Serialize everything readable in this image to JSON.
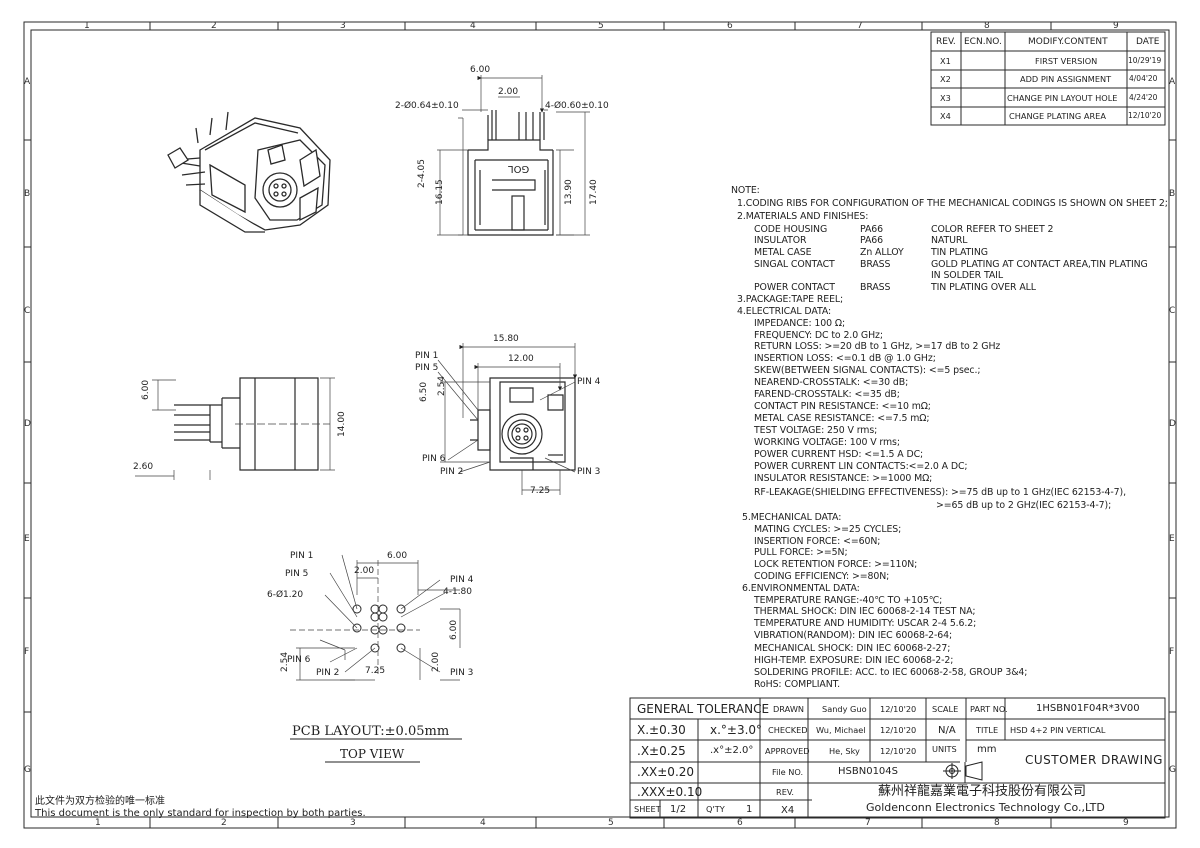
{
  "zones": {
    "cols": [
      "1",
      "2",
      "3",
      "4",
      "5",
      "6",
      "7",
      "8",
      "9"
    ],
    "rows": [
      "A",
      "B",
      "C",
      "D",
      "E",
      "F",
      "G"
    ]
  },
  "revision_table": {
    "headers": [
      "REV.",
      "ECN.NO.",
      "MODIFY.CONTENT",
      "DATE"
    ],
    "rows": [
      {
        "rev": "X1",
        "ecn": "",
        "content": "FIRST VERSION",
        "date": "10/29'19"
      },
      {
        "rev": "X2",
        "ecn": "",
        "content": "ADD PIN ASSIGNMENT",
        "date": "4/04'20"
      },
      {
        "rev": "X3",
        "ecn": "",
        "content": "CHANGE PIN LAYOUT HOLE",
        "date": "4/24'20"
      },
      {
        "rev": "X4",
        "ecn": "",
        "content": "CHANGE PLATING AREA",
        "date": "12/10'20"
      }
    ]
  },
  "front_view": {
    "dims": [
      "6.00",
      "2.00",
      "2-Ø0.64±0.10",
      "4-Ø0.60±0.10",
      "2-4.05",
      "16.15",
      "13.90",
      "17.40"
    ],
    "marking": "GOL"
  },
  "side_view": {
    "dims": [
      "6.00",
      "14.00",
      "2.60"
    ]
  },
  "top_view": {
    "dims": [
      "15.80",
      "12.00",
      "6.50",
      "2.54",
      "7.25"
    ],
    "pins": [
      "PIN 1",
      "PIN 5",
      "PIN 4",
      "PIN 6",
      "PIN 2",
      "PIN 3"
    ]
  },
  "pcb_view": {
    "dims": [
      "6.00",
      "2.00",
      "6-Ø1.20",
      "4-1.80",
      "6.00",
      "2.54",
      "2.00",
      "7.25"
    ],
    "pins": [
      "PIN 1",
      "PIN 5",
      "PIN 4",
      "PIN 6",
      "PIN 2",
      "PIN 3"
    ],
    "layout_title": "PCB LAYOUT:±0.05mm",
    "view_title": "TOP VIEW"
  },
  "notes": {
    "heading": "NOTE:",
    "n1": "1.CODING RIBS FOR CONFIGURATION OF THE MECHANICAL CODINGS IS SHOWN ON SHEET 2;",
    "n2": "2.MATERIALS AND FINISHES:",
    "materials": [
      {
        "part": "CODE HOUSING",
        "mat": "PA66",
        "finish": "COLOR REFER TO SHEET 2"
      },
      {
        "part": "INSULATOR",
        "mat": "PA66",
        "finish": "NATURL"
      },
      {
        "part": "METAL CASE",
        "mat": "Zn ALLOY",
        "finish": "TIN PLATING"
      },
      {
        "part": "SINGAL CONTACT",
        "mat": "BRASS",
        "finish": "GOLD PLATING AT CONTACT AREA,TIN PLATING"
      },
      {
        "part": "",
        "mat": "",
        "finish": "IN SOLDER TAIL"
      },
      {
        "part": "POWER CONTACT",
        "mat": "BRASS",
        "finish": "TIN PLATING OVER ALL"
      }
    ],
    "n3": "3.PACKAGE:TAPE REEL;",
    "n4": "4.ELECTRICAL DATA:",
    "electrical": [
      "IMPEDANCE: 100 Ω;",
      "FREQUENCY: DC to 2.0 GHz;",
      "RETURN LOSS: >=20 dB to 1 GHz, >=17 dB to 2 GHz",
      "INSERTION LOSS: <=0.1 dB @ 1.0 GHz;",
      "SKEW(BETWEEN SIGNAL CONTACTS): <=5 psec.;",
      "NEAREND-CROSSTALK: <=30 dB;",
      "FAREND-CROSSTALK: <=35 dB;",
      "CONTACT PIN RESISTANCE: <=10 mΩ;",
      "METAL CASE RESISTANCE: <=7.5 mΩ;",
      "TEST VOLTAGE: 250 V rms;",
      "WORKING VOLTAGE: 100 V rms;",
      "POWER CURRENT HSD: <=1.5 A DC;",
      "POWER CURRENT LIN CONTACTS:<=2.0 A DC;",
      "INSULATOR RESISTANCE: >=1000 MΩ;",
      "RF-LEAKAGE(SHIELDING EFFECTIVENESS): >=75 dB up to 1 GHz(IEC 62153-4-7),",
      ">=65 dB up to 2 GHz(IEC 62153-4-7);"
    ],
    "n5": "5.MECHANICAL DATA:",
    "mechanical": [
      "MATING CYCLES: >=25 CYCLES;",
      "INSERTION FORCE: <=60N;",
      "PULL FORCE: >=5N;",
      "LOCK RETENTION FORCE: >=110N;",
      "CODING EFFICIENCY: >=80N;"
    ],
    "n6": "6.ENVIRONMENTAL DATA:",
    "environmental": [
      "TEMPERATURE RANGE:-40℃ TO +105℃;",
      "THERMAL SHOCK: DIN IEC 60068-2-14 TEST NA;",
      "TEMPERATURE AND HUMIDITY: USCAR 2-4 5.6.2;",
      "VIBRATION(RANDOM): DIN IEC 60068-2-64;",
      "MECHANICAL SHOCK: DIN IEC 60068-2-27;",
      "HIGH-TEMP. EXPOSURE: DIN IEC 60068-2-2;",
      "SOLDERING PROFILE: ACC. to IEC 60068-2-58, GROUP 3&4;",
      "RoHS: COMPLIANT."
    ]
  },
  "title_block": {
    "general_tolerance": "GENERAL TOLERANCE",
    "tol_x": "X.±0.30",
    "tol_angle_x": "x.°±3.0°",
    "tol_xx": ".X±0.25",
    "tol_angle_xx": ".x°±2.0°",
    "tol_xxx": ".XX±0.20",
    "tol_xxxx": ".XXX±0.10",
    "drawn_label": "DRAWN",
    "drawn_name": "Sandy Guo",
    "drawn_date": "12/10'20",
    "checked_label": "CHECKED",
    "checked_name": "Wu, Michael",
    "checked_date": "12/10'20",
    "approved_label": "APPROVED",
    "approved_name": "He, Sky",
    "approved_date": "12/10'20",
    "scale_label": "SCALE",
    "scale_value": "N/A",
    "units_label": "UNITS",
    "units_value": "mm",
    "part_no_label": "PART NO.",
    "part_no": "1HSBN01F04R*3V00",
    "title_label": "TITLE",
    "title_value": "HSD 4+2 PIN VERTICAL",
    "doc_type": "CUSTOMER DRAWING",
    "file_no_label": "File NO.",
    "file_no": "HSBN0104S",
    "rev_label": "REV.",
    "rev_value": "X4",
    "sheet_label": "SHEET",
    "sheet_value": "1/2",
    "qty_label": "Q'TY",
    "qty_value": "1",
    "company_cn": "蘇州祥龍嘉業電子科技股份有限公司",
    "company_en": "Goldenconn Electronics Technology Co.,LTD"
  },
  "footer": {
    "cn": "此文件为双方检验的唯一标准",
    "en": "This document is the only standard for inspection by both parties."
  },
  "colors": {
    "line": "#2a2a2a",
    "paper": "#ffffff"
  }
}
